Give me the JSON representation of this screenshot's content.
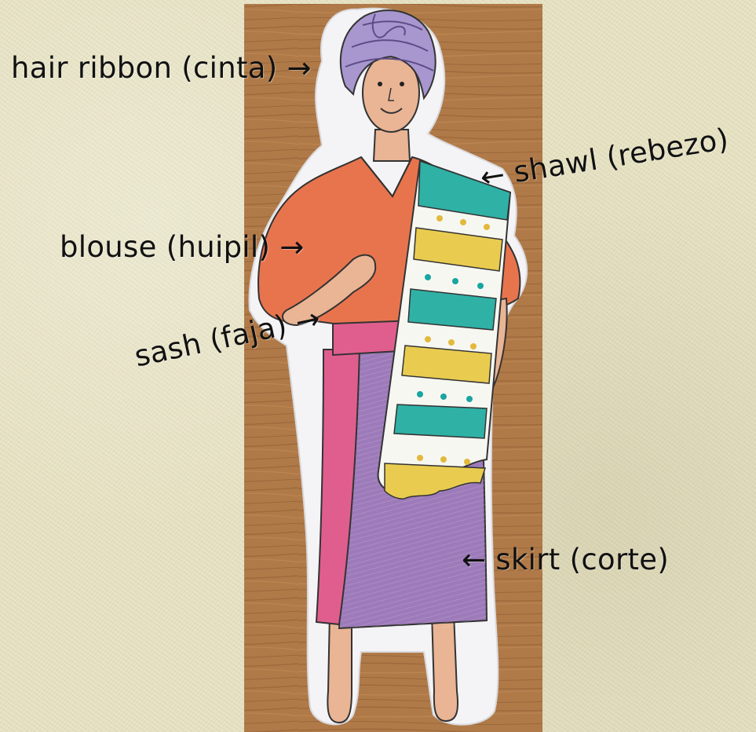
{
  "labels": {
    "hair_ribbon": "hair ribbon (cinta) →",
    "shawl": "← shawl (rebezo)",
    "blouse": "blouse (huipil) →",
    "sash": "sash (faja) →",
    "skirt": "← skirt (corte)"
  },
  "colors": {
    "background": "#e6e2c2",
    "wood": "#b07a48",
    "paper": "#f4f4f6",
    "hair_ribbon": "#a896cf",
    "skin": "#e9b595",
    "blouse": "#e8744e",
    "sash": "#e05e8e",
    "skirt": "#9d7ab9",
    "shawl_teal": "#2fb1a6",
    "shawl_yellow": "#e9cc4f",
    "shawl_white": "#f7f7f2"
  }
}
